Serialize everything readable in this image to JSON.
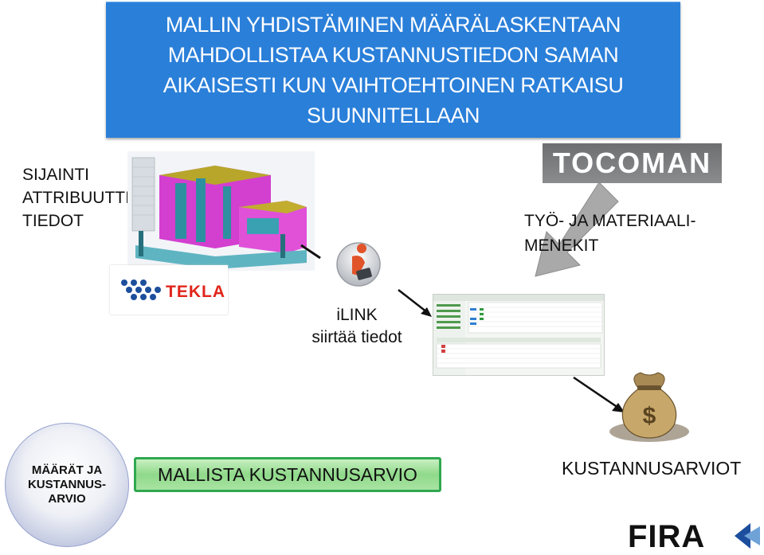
{
  "banner": {
    "lines": [
      "MALLIN YHDISTÄMINEN MÄÄRÄLASKENTAAN",
      "MAHDOLLISTAA KUSTANNUSTIEDON SAMAN",
      "AIKAISESTI KUN VAIHTOEHTOINEN RATKAISU",
      "SUUNNITELLAAN"
    ],
    "color": "#2a7fd9"
  },
  "left_label": {
    "lines": [
      "SIJAINTI",
      "ATTRIBUUTTI-",
      "TIEDOT"
    ]
  },
  "right_label": {
    "lines": [
      "TYÖ- JA MATERIAALI-",
      "MENEKIT"
    ]
  },
  "ilink": {
    "lines": [
      "iLINK",
      "siirtää tiedot"
    ]
  },
  "logos": {
    "tocoman": "TOCOMAN",
    "tekla": "TEKLA",
    "fira": "FIRA"
  },
  "circle": {
    "lines": [
      "MÄÄRÄT JA",
      "KUSTANNUS-",
      "ARVIO"
    ]
  },
  "green_bar": {
    "label": "MALLISTA KUSTANNUSARVIO",
    "color": "#2fa84f"
  },
  "outcome": {
    "label": "KUSTANNUSARVIOT"
  },
  "icons": [
    "building-model-icon",
    "ilink-app-icon",
    "money-bag-icon",
    "software-screenshot-icon"
  ]
}
